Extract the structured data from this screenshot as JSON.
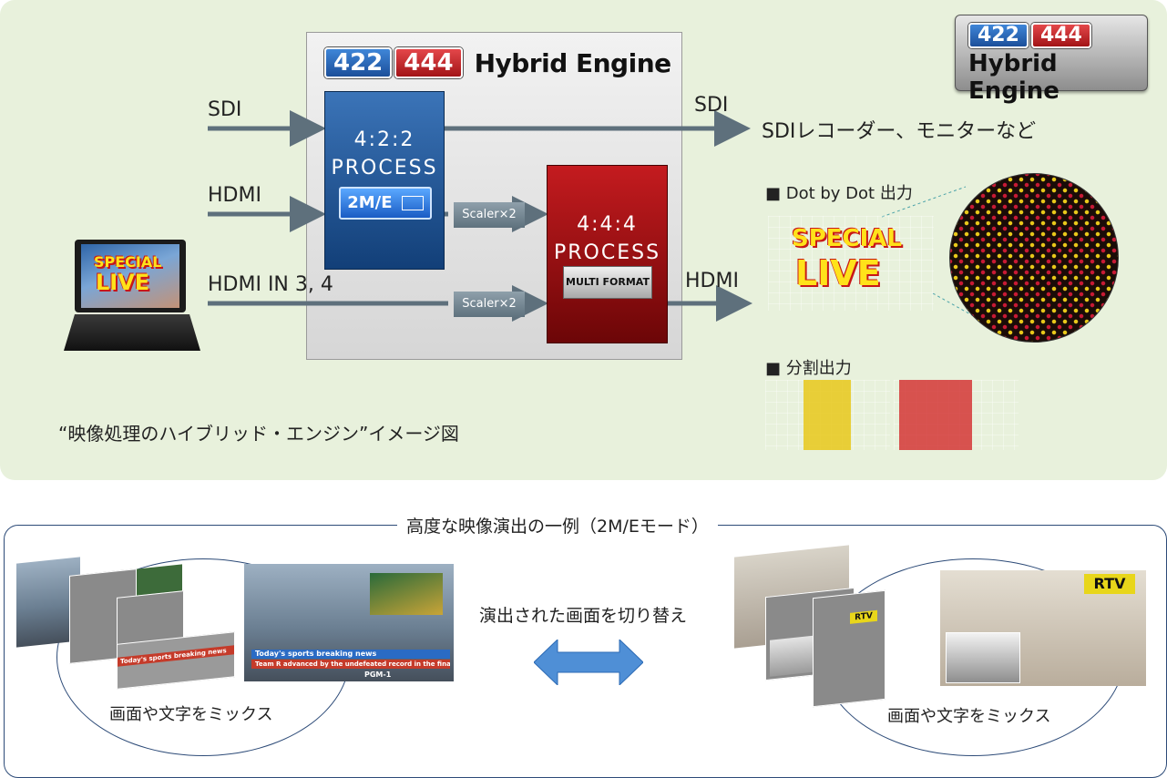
{
  "engine": {
    "badge_left": "422",
    "badge_right": "444",
    "name": "Hybrid Engine"
  },
  "inputs": {
    "sdi": "SDI",
    "hdmi": "HDMI",
    "hdmi_in": "HDMI IN 3, 4"
  },
  "blocks": {
    "b422_line1": "4:2:2",
    "b422_line2": "PROCESS",
    "chip_label": "2M/E",
    "b444_line1": "4:4:4",
    "b444_line2": "PROCESS",
    "mf_label": "MULTI FORMAT",
    "scaler1": "Scaler×2",
    "scaler2": "Scaler×2"
  },
  "outputs": {
    "sdi": "SDI",
    "sdi_desc": "SDIレコーダー、モニターなど",
    "hdmi": "HDMI",
    "dot_by_dot": "■ Dot by Dot 出力",
    "split": "■ 分割出力"
  },
  "laptop_screen": {
    "line1": "SPECIAL",
    "line2": "LIVE"
  },
  "caption": "“映像処理のハイブリッド・エンジン”イメージ図",
  "bottom": {
    "title": "高度な映像演出の一例（2M/Eモード）",
    "switch_label": "演出された画面を切り替え",
    "mix_left": "画面や文字をミックス",
    "mix_right": "画面や文字をミックス",
    "news_title": "Today's sports breaking news",
    "news_sub": "Team R advanced by the undefeated record in the finals",
    "pgm": "PGM-1",
    "rtv": "RTV"
  },
  "colors": {
    "panel_bg": "#e8f1dc",
    "blue_block": "#1f5292",
    "red_block": "#a40e12",
    "arrow": "#5e707c",
    "double_arrow": "#4f8fd6",
    "frame": "#2d4b78"
  }
}
